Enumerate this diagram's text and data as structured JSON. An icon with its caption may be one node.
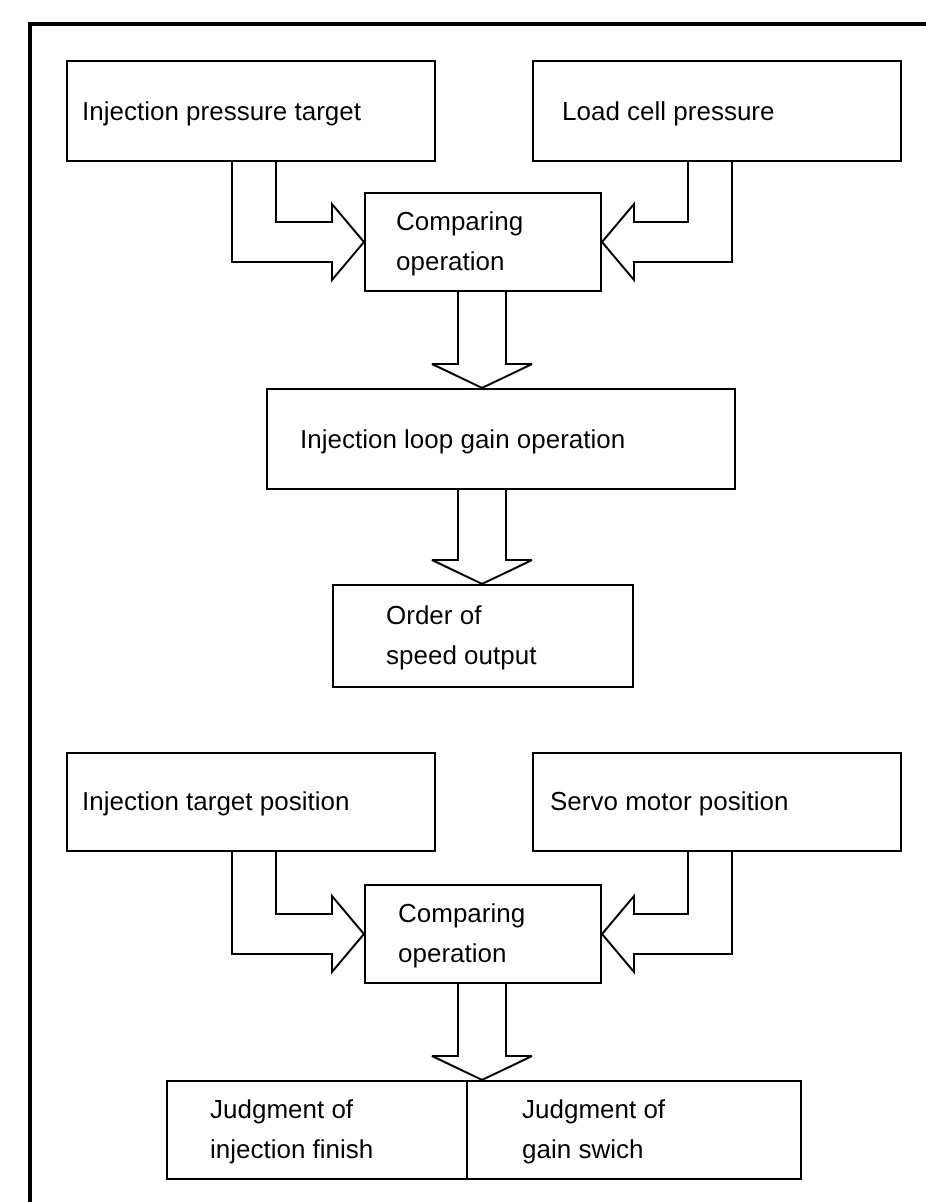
{
  "diagram": {
    "nodes": [
      {
        "text": [
          "Injection pressure target"
        ]
      },
      {
        "text": [
          "Load cell pressure"
        ]
      },
      {
        "text": [
          "Comparing operation"
        ]
      },
      {
        "text": [
          "Injection loop gain operation"
        ]
      },
      {
        "text": [
          "Order of speed output"
        ]
      },
      {
        "text": [
          "Injection target position"
        ]
      },
      {
        "text": [
          "Servo motor position"
        ]
      },
      {
        "text": [
          "Comparing operation"
        ]
      },
      {
        "text": [
          "Judgment of injection finish"
        ]
      },
      {
        "text": [
          "Judgment of gain swich"
        ]
      }
    ],
    "edges": [
      {
        "from": 0,
        "to": 2,
        "arrow": "to"
      },
      {
        "from": 1,
        "to": 2,
        "arrow": "to"
      },
      {
        "from": 2,
        "to": 3,
        "arrow": "to"
      },
      {
        "from": 3,
        "to": 4,
        "arrow": "to"
      },
      {
        "from": 5,
        "to": 7,
        "arrow": "to"
      },
      {
        "from": 6,
        "to": 7,
        "arrow": "to"
      },
      {
        "from": 7,
        "to": 8,
        "arrow": "to"
      },
      {
        "from": 7,
        "to": 9,
        "arrow": "to"
      }
    ]
  }
}
